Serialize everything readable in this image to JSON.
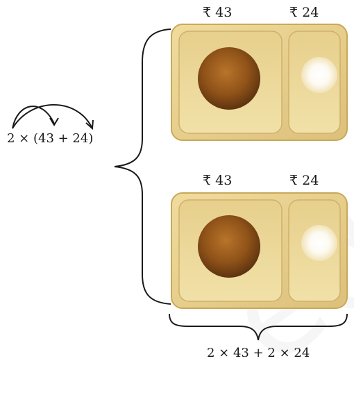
{
  "top_tray": {
    "left_price": "₹ 43",
    "right_price": "₹ 24"
  },
  "bottom_tray": {
    "left_price": "₹ 43",
    "right_price": "₹ 24"
  },
  "expression_left": "2 × (43 + 24)",
  "expression_bottom": "2 × 43 + 2 × 24",
  "colors": {
    "tray": "#e8d08a",
    "tray_edge": "#c9a85a",
    "laddoo": "#9a5a1c",
    "line": "#1a1a1a"
  }
}
